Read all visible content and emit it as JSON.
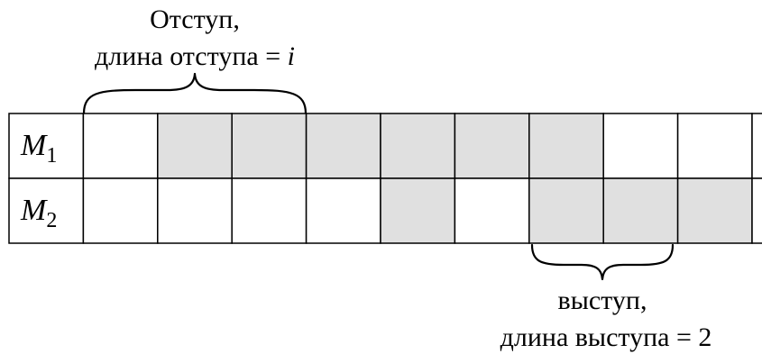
{
  "colors": {
    "filled": "#e0e0e0",
    "empty": "#ffffff",
    "line": "#000000"
  },
  "labels": {
    "top_line1": "Отступ,",
    "top_line2_text": "длина отступа = ",
    "top_line2_var": "i",
    "bottom_line1": "выступ,",
    "bottom_line2": "длина выступа = 2"
  },
  "rows": [
    {
      "symbol": "M",
      "subscript": "1",
      "cells": [
        0,
        1,
        1,
        1,
        1,
        1,
        1,
        0,
        0,
        0
      ]
    },
    {
      "symbol": "M",
      "subscript": "2",
      "cells": [
        0,
        0,
        0,
        0,
        1,
        0,
        1,
        1,
        1,
        0
      ]
    }
  ]
}
